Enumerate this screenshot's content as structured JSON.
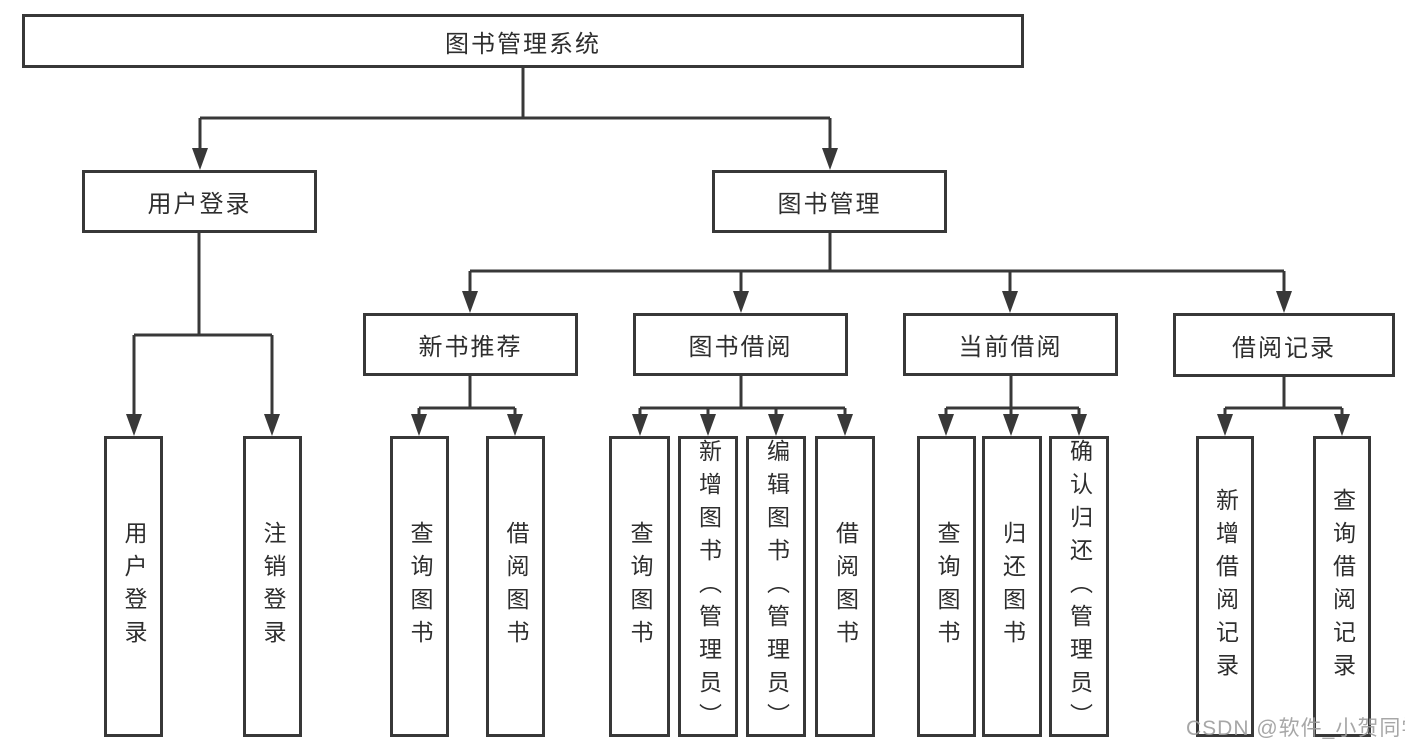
{
  "tree": {
    "root": "图书管理系统",
    "branches": [
      {
        "label": "用户登录",
        "leaves": [
          "用户登录",
          "注销登录"
        ]
      },
      {
        "label": "图书管理",
        "groups": [
          {
            "label": "新书推荐",
            "leaves": [
              "查询图书",
              "借阅图书"
            ]
          },
          {
            "label": "图书借阅",
            "leaves": [
              "查询图书",
              "新增图书（管理员）",
              "编辑图书（管理员）",
              "借阅图书"
            ]
          },
          {
            "label": "当前借阅",
            "leaves": [
              "查询图书",
              "归还图书",
              "确认归还（管理员）"
            ]
          },
          {
            "label": "借阅记录",
            "leaves": [
              "新增借阅记录",
              "查询借阅记录"
            ]
          }
        ]
      }
    ]
  },
  "watermark": {
    "text": "CSDN @软件_小贺同学"
  },
  "colors": {
    "line": "#383838",
    "box_border": "#383838",
    "text": "#2e2e2e",
    "watermark": "#9e9e9e",
    "background": "#ffffff"
  }
}
